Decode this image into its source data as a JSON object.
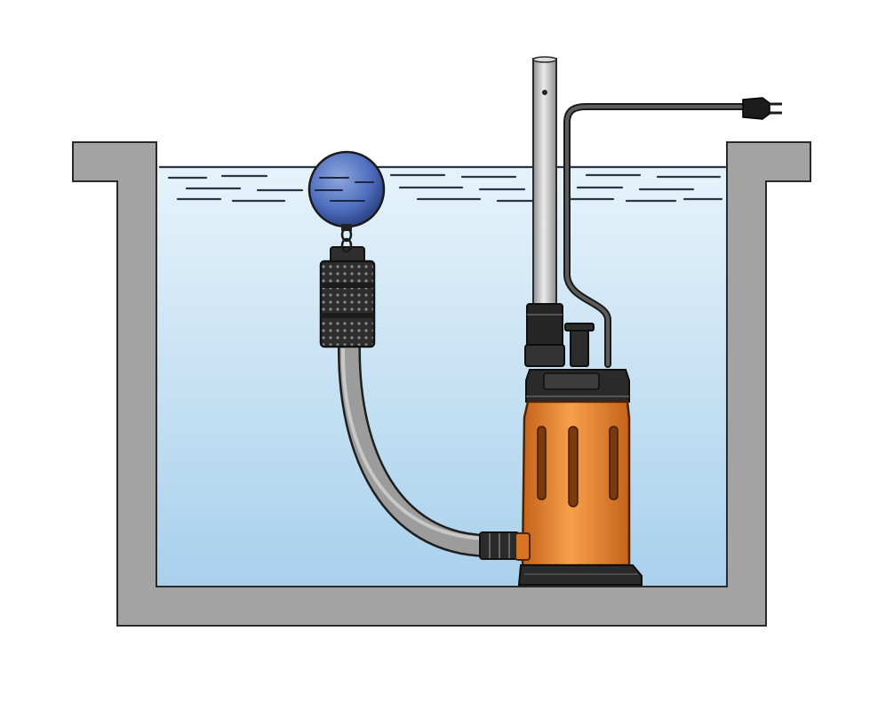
{
  "diagram": {
    "colors": {
      "background": "#ffffff",
      "concrete": "#a3a3a3",
      "concrete_outline": "#2a2a2a",
      "water_top": "#e4f2fa",
      "water_bottom": "#aed3ee",
      "water_ripple": "#2b3640",
      "float_ball": "#4f6fbf",
      "float_ball_dark": "#23315f",
      "strainer": "#3a3a3a",
      "hose": "#9a9a9a",
      "pump_body": "#f08a2a",
      "pump_body_dark": "#b9540f",
      "pump_head": "#2d2d2d",
      "discharge_pipe": "#c9c9c9",
      "power_cable": "#3a3a3a"
    },
    "components": [
      {
        "name": "pit-basin",
        "icon": "concrete-pit-icon"
      },
      {
        "name": "water-surface",
        "icon": "water-waves-icon"
      },
      {
        "name": "float-ball",
        "icon": "float-switch-icon"
      },
      {
        "name": "suction-strainer",
        "icon": "strainer-icon"
      },
      {
        "name": "suction-hose",
        "icon": "hose-icon"
      },
      {
        "name": "submersible-pump",
        "icon": "pump-icon"
      },
      {
        "name": "discharge-pipe",
        "icon": "pipe-icon"
      },
      {
        "name": "power-cable",
        "icon": "plug-icon"
      }
    ]
  }
}
